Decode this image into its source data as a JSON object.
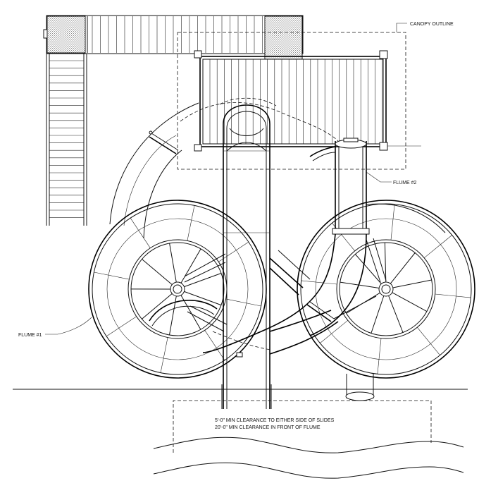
{
  "labels": {
    "canopy": "CANOPY OUTLINE",
    "flume2": "FLUME #2",
    "flume1": "FLUME #1",
    "clearance_line1": "5'-0\" MIN CLEARANCE TO EITHER SIDE OF SLIDES",
    "clearance_line2": "20'-0\" MIN CLEARANCE IN FRONT OF FLUME"
  }
}
